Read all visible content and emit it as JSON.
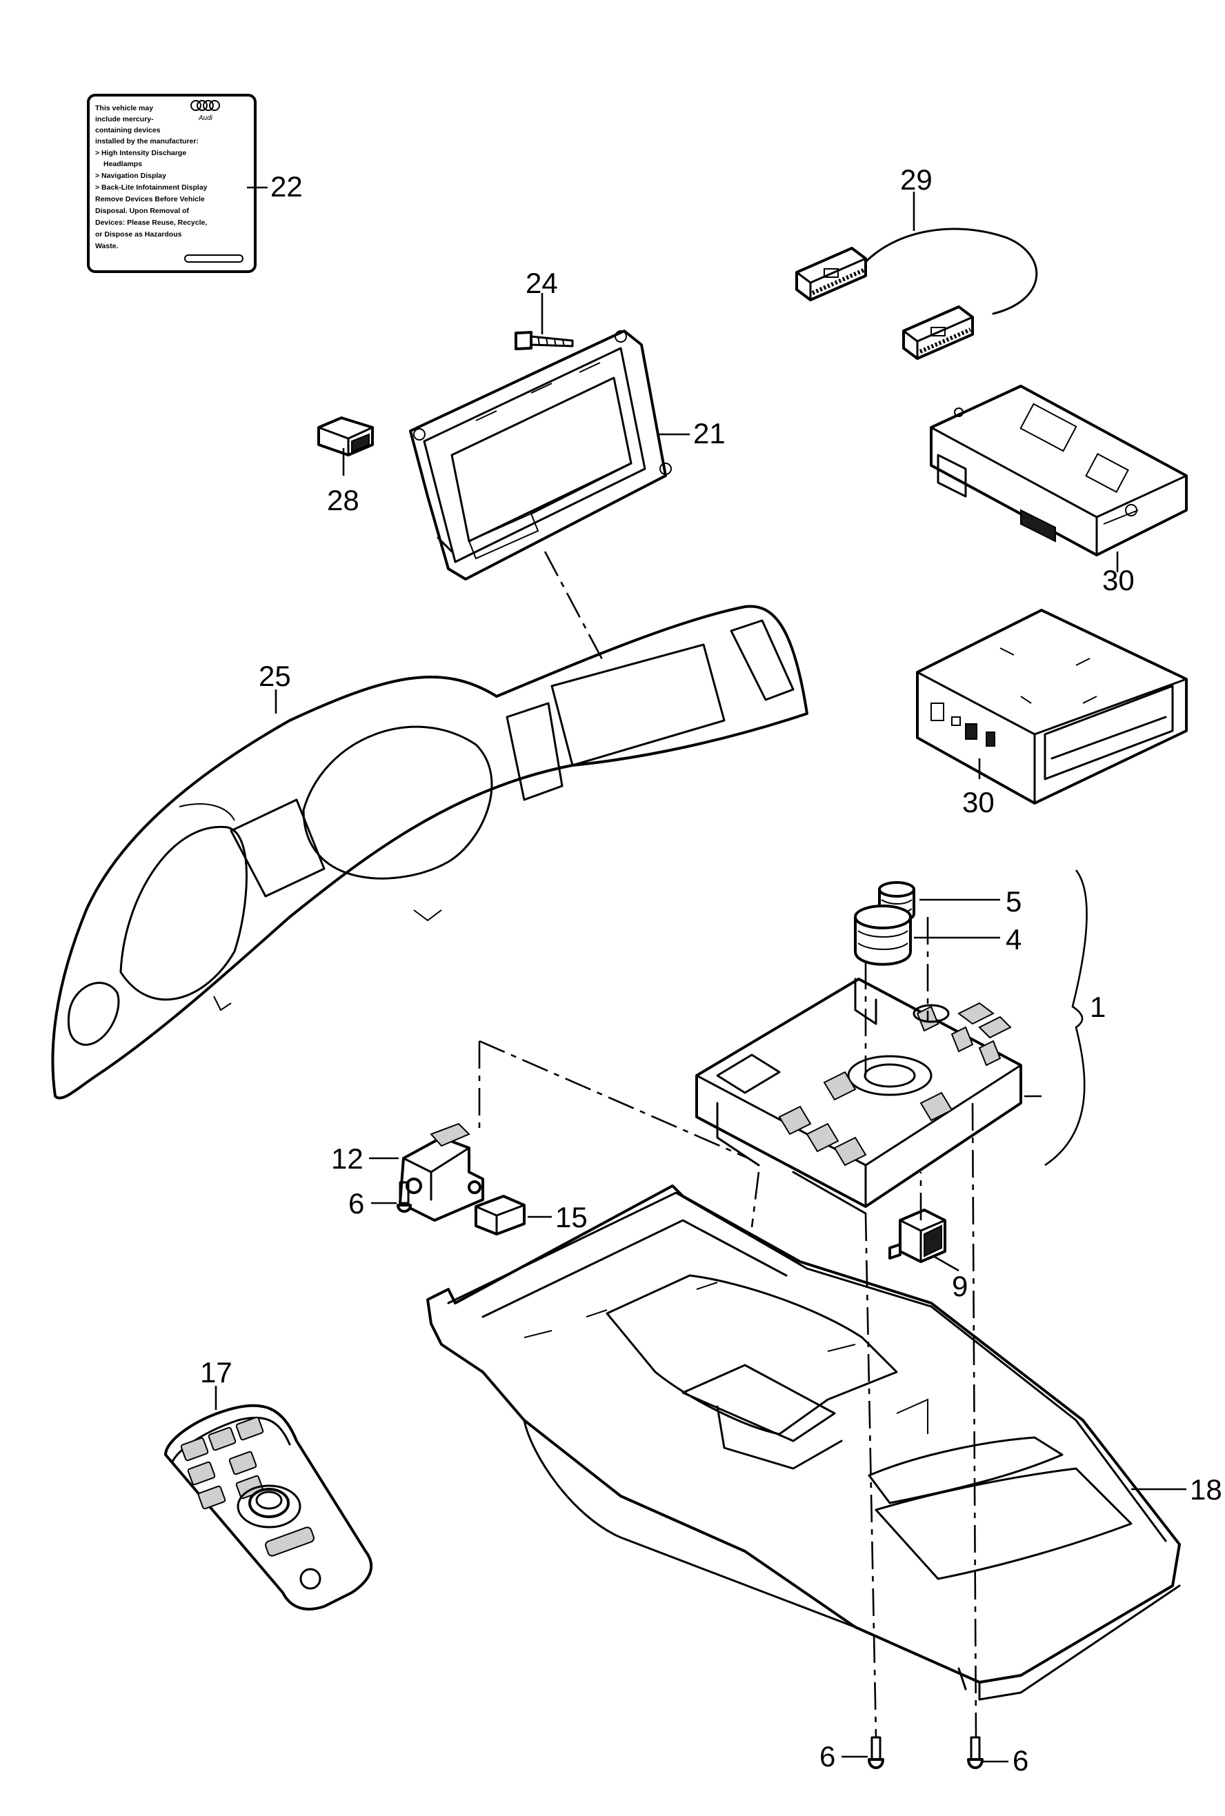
{
  "callouts": {
    "c1": "1",
    "c4": "4",
    "c5": "5",
    "c6a": "6",
    "c6b": "6",
    "c6c": "6",
    "c9": "9",
    "c12": "12",
    "c15": "15",
    "c17": "17",
    "c18": "18",
    "c21": "21",
    "c22": "22",
    "c24": "24",
    "c25": "25",
    "c28": "28",
    "c29": "29",
    "c30a": "30",
    "c30b": "30"
  },
  "warning_label": {
    "brand": "Audi",
    "lines": [
      "This vehicle may",
      "include mercury-",
      "containing devices",
      "installed by the manufacturer:",
      "> High Intensity Discharge",
      "Headlamps",
      "> Navigation Display",
      "> Back-Lite Infotainment Display",
      "Remove Devices Before Vehicle",
      "Disposal. Upon Removal of",
      "Devices: Please Reuse, Recycle,",
      "or Dispose as Hazardous",
      "Waste."
    ]
  }
}
